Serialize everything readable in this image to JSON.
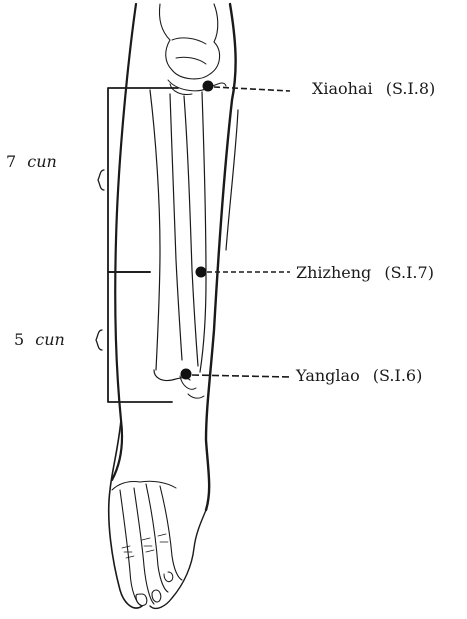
{
  "points": [
    {
      "name": "Xiaohai",
      "code": "(S.I.8)"
    },
    {
      "name": "Zhizheng",
      "code": "(S.I.7)"
    },
    {
      "name": "Yanglao",
      "code": "(S.I.6)"
    }
  ],
  "measures": [
    {
      "value": "7",
      "unit": "cun"
    },
    {
      "value": "5",
      "unit": "cun"
    }
  ]
}
